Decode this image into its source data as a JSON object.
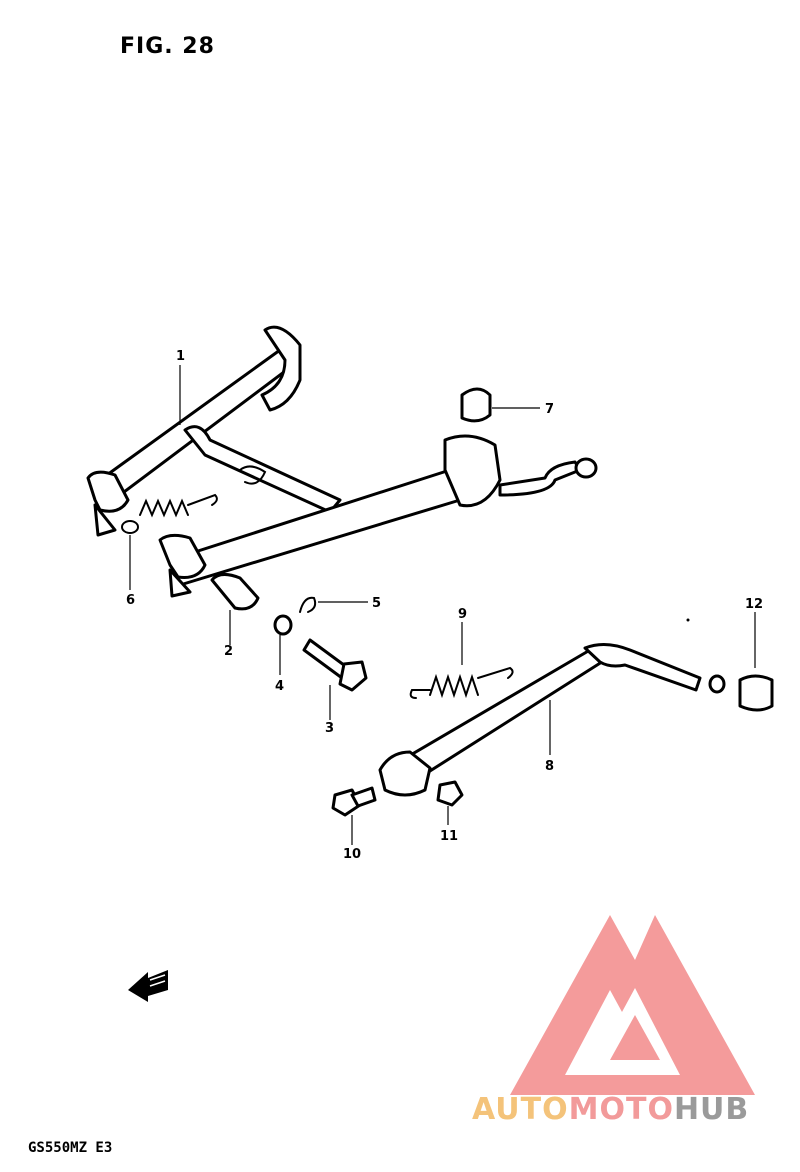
{
  "figure": {
    "title": "FIG. 28",
    "model_code": "GS550MZ E3"
  },
  "callouts": {
    "p1": "1",
    "p2": "2",
    "p3": "3",
    "p4": "4",
    "p5": "5",
    "p6": "6",
    "p7": "7",
    "p8": "8",
    "p9": "9",
    "p10": "10",
    "p11": "11",
    "p12": "12"
  },
  "watermark": {
    "part1": "AUTO",
    "part2": "MOTO",
    "part3": "HUB",
    "colors": {
      "triangle": "#f49b9b",
      "auto": "#f4c37a",
      "moto": "#f29a9a",
      "hub": "#9a9a9a"
    }
  },
  "icons": {
    "front_arrow": "front-direction-arrow-icon"
  }
}
